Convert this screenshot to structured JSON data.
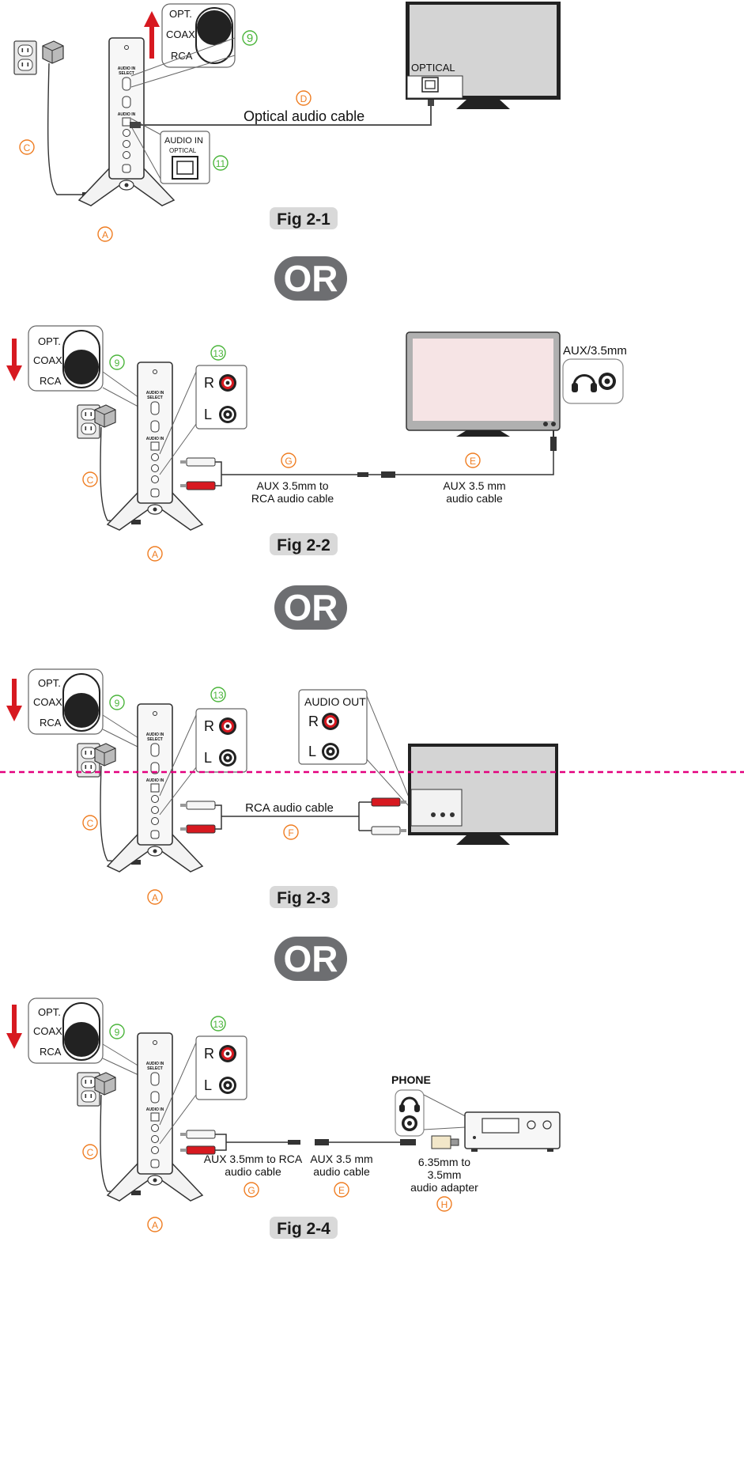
{
  "labels": {
    "opt": "OPT.",
    "coax": "COAX.",
    "rca": "RCA",
    "optical": "OPTICAL",
    "audio_in": "AUDIO IN",
    "audio_in_select": "AUDIO IN SELECT",
    "aux_35": "AUX/3.5mm",
    "r": "R",
    "l": "L",
    "audio_out": "AUDIO OUT",
    "phone": "PHONE",
    "or": "OR"
  },
  "markers": {
    "A": "A",
    "C": "C",
    "D": "D",
    "E": "E",
    "F": "F",
    "G": "G",
    "H": "H",
    "n9": "9",
    "n11": "11",
    "n13": "13"
  },
  "fig1": {
    "caption": "Fig 2-1",
    "cable": "Optical audio cable"
  },
  "fig2": {
    "caption": "Fig 2-2",
    "cable_g_1": "AUX 3.5mm to",
    "cable_g_2": "RCA audio cable",
    "cable_e_1": "AUX 3.5 mm",
    "cable_e_2": "audio cable"
  },
  "fig3": {
    "caption": "Fig 2-3",
    "cable": "RCA audio cable"
  },
  "fig4": {
    "caption": "Fig 2-4",
    "cable_g_1": "AUX 3.5mm to RCA",
    "cable_g_2": "audio cable",
    "cable_e_1": "AUX 3.5 mm",
    "cable_e_2": "audio cable",
    "adapter_1": "6.35mm to",
    "adapter_2": "3.5mm",
    "adapter_3": "audio adapter"
  },
  "colors": {
    "red_arrow": "#d71920",
    "marker_orange": "#ef7d22",
    "marker_green": "#4bb53b",
    "tv_screen_gray": "#d4d4d4",
    "tv_screen_pink": "#f6e4e5",
    "or_pill": "#6d6e71",
    "caption_pill": "#d9d9d9",
    "dashed_line": "#e3007e"
  }
}
